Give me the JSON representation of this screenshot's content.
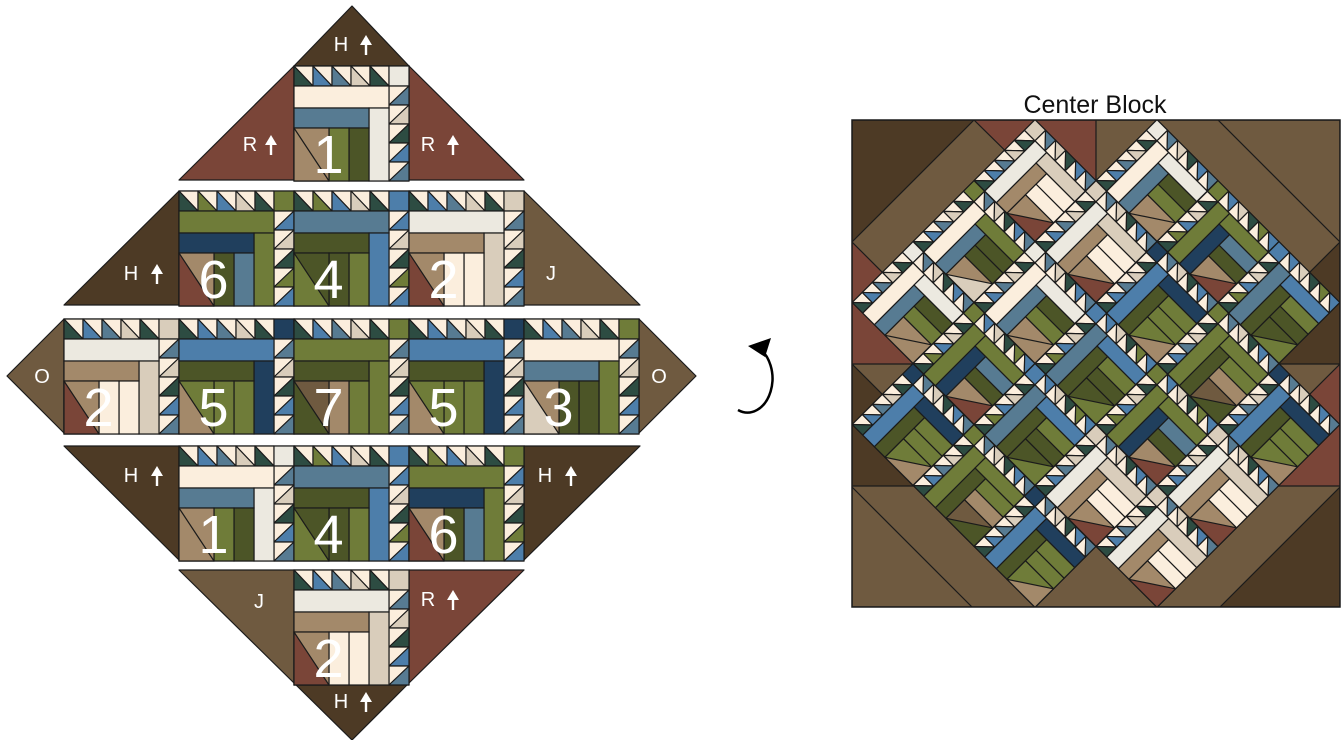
{
  "colors": {
    "dark_brown": "#4d3a25",
    "mid_brown": "#6f5a40",
    "rust": "#7a4538",
    "tan": "#a3896a",
    "cream": "#fbeedd",
    "linen": "#d9cdbb",
    "ivory": "#ece9e0",
    "olive": "#6f7c39",
    "dark_olive": "#4c5527",
    "slate": "#577b92",
    "sky": "#4d7eaa",
    "navy": "#203f5d",
    "forest": "#2d4c42",
    "outline": "#1b1b1b"
  },
  "diagram": {
    "center_title": "Center Block",
    "rotate_icon": "counterclockwise-rotate-arrow-icon",
    "rows": [
      {
        "row": 1,
        "setting": {
          "left": "R",
          "left_arrow": true,
          "right": "R",
          "right_arrow": true,
          "top": "H",
          "top_arrow": true
        },
        "blocks": [
          "1"
        ]
      },
      {
        "row": 2,
        "setting": {
          "left": "H",
          "left_arrow": true,
          "right": "J",
          "right_arrow": false
        },
        "blocks": [
          "6",
          "4",
          "2"
        ]
      },
      {
        "row": 3,
        "setting": {
          "left": "O",
          "left_arrow": false,
          "right": "O",
          "right_arrow": false
        },
        "blocks": [
          "2",
          "5",
          "7",
          "5",
          "3"
        ]
      },
      {
        "row": 4,
        "setting": {
          "left": "H",
          "left_arrow": true,
          "right": "H",
          "right_arrow": true
        },
        "blocks": [
          "1",
          "4",
          "6"
        ]
      },
      {
        "row": 5,
        "setting": {
          "left": "J",
          "left_arrow": false,
          "right": "R",
          "right_arrow": true,
          "bottom": "H",
          "bottom_arrow": true
        },
        "blocks": [
          "2"
        ]
      }
    ],
    "block_palettes": {
      "1": {
        "bar": "cream",
        "post": "ivory",
        "mid": "slate",
        "a": "dark_olive",
        "b": "olive",
        "corner": "tan",
        "corner2": "tan",
        "tri": [
          "forest",
          "sky",
          "slate",
          "linen"
        ]
      },
      "2": {
        "bar": "ivory",
        "post": "linen",
        "mid": "tan",
        "a": "cream",
        "b": "cream",
        "corner": "rust",
        "corner2": "tan",
        "tri": [
          "forest",
          "sky",
          "slate",
          "linen"
        ]
      },
      "3": {
        "bar": "cream",
        "post": "olive",
        "mid": "slate",
        "a": "dark_olive",
        "b": "dark_olive",
        "corner": "linen",
        "corner2": "tan",
        "tri": [
          "forest",
          "sky",
          "slate",
          "linen"
        ]
      },
      "4": {
        "bar": "slate",
        "post": "sky",
        "mid": "dark_olive",
        "a": "olive",
        "b": "dark_olive",
        "corner": "olive",
        "corner2": "dark_olive",
        "tri": [
          "forest",
          "olive",
          "sky",
          "linen"
        ]
      },
      "5": {
        "bar": "sky",
        "post": "navy",
        "mid": "dark_olive",
        "a": "olive",
        "b": "olive",
        "corner": "tan",
        "corner2": "olive",
        "tri": [
          "forest",
          "sky",
          "slate",
          "linen"
        ]
      },
      "6": {
        "bar": "olive",
        "post": "olive",
        "mid": "navy",
        "a": "slate",
        "b": "dark_olive",
        "corner": "rust",
        "corner2": "tan",
        "tri": [
          "forest",
          "olive",
          "sky",
          "linen"
        ]
      },
      "7": {
        "bar": "olive",
        "post": "olive",
        "mid": "dark_olive",
        "a": "olive",
        "b": "tan",
        "corner": "dark_olive",
        "corner2": "mid_brown",
        "tri": [
          "forest",
          "sky",
          "slate",
          "linen"
        ]
      }
    }
  }
}
